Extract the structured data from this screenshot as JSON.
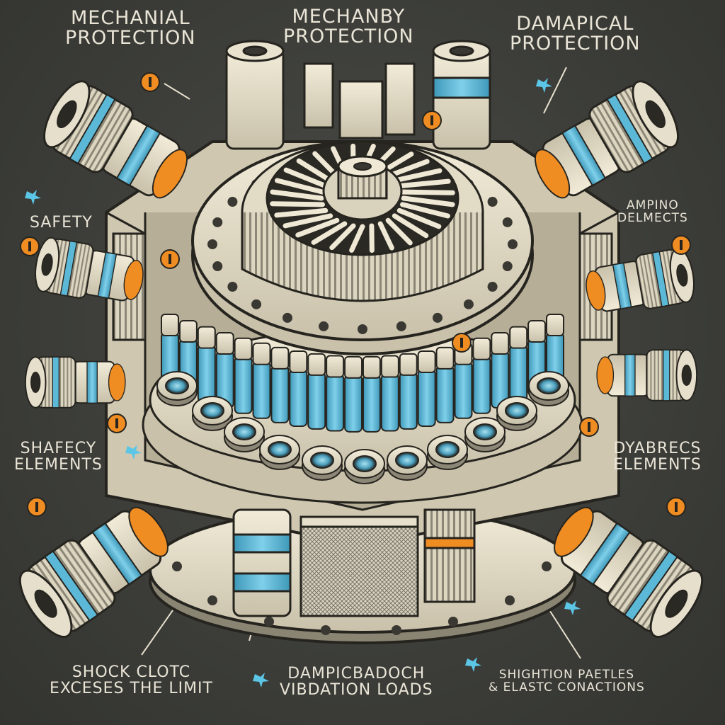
{
  "labels": {
    "top_left": [
      "MECHANIAL",
      "PROTECTION"
    ],
    "top_center": [
      "MECHANBY",
      "PROTECTION"
    ],
    "top_right": [
      "DAMAPICAL",
      "PROTECTION"
    ],
    "safety": "SAFETY",
    "right_upper": [
      "AMPINO",
      "DELMECTS"
    ],
    "left_middle": [
      "SHAFECY",
      "ELEMENTS"
    ],
    "right_middle": [
      "DYABRECS",
      "ELEMENTS"
    ],
    "bottom_left": [
      "SHOCK  CLOTC",
      "EXCESES THE LIMIT"
    ],
    "bottom_center": [
      "DAMPICBADOCH",
      "VIBDATION LOADS"
    ],
    "bottom_right": [
      "SHIGHTION PAETLES",
      "& ELASTC CONACTIONS"
    ]
  },
  "colors": {
    "background": "#3f403c",
    "metal": "#e6dfcb",
    "blue_accent": "#5bb8d6",
    "orange_accent": "#ef8c22",
    "ink": "#26241f"
  },
  "icons": [
    "turbine-fan-icon",
    "shock-absorber-icon",
    "bearing-ring-icon",
    "marker-dot-icon",
    "sparkle-icon"
  ]
}
